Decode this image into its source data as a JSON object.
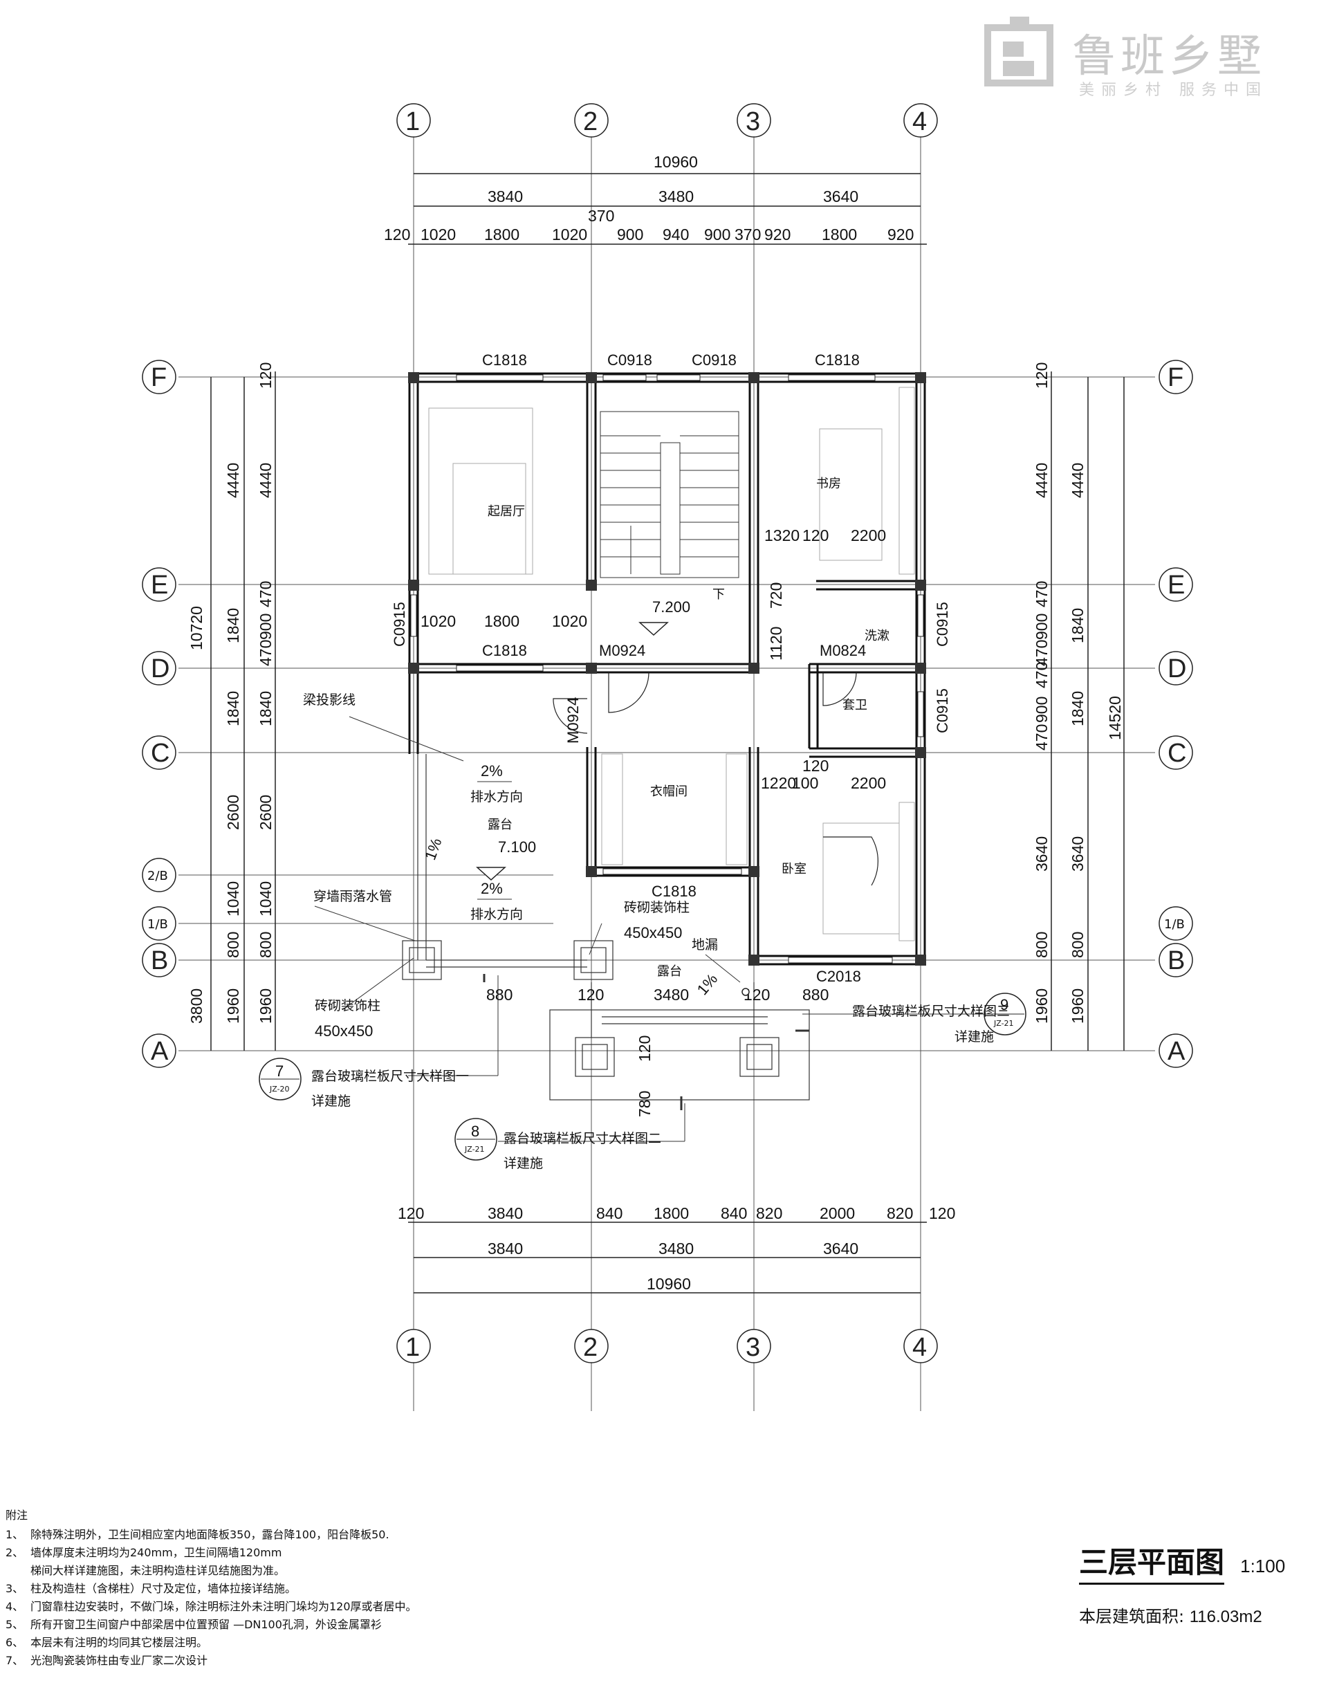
{
  "brand": {
    "name": "鲁班乡墅",
    "slogan": "美丽乡村  服务中国"
  },
  "plan": {
    "title": "三层平面图",
    "scale": "1:100",
    "area_label": "本层建筑面积:",
    "area_value": "116.03m2"
  },
  "axes": {
    "vertical": [
      "1",
      "2",
      "3",
      "4"
    ],
    "horizontal": [
      "F",
      "E",
      "D",
      "C",
      "2/B",
      "1/B",
      "B",
      "A"
    ]
  },
  "dims_top": {
    "total": "10960",
    "bays": [
      "3840",
      "3480",
      "3640"
    ],
    "detail": [
      "120",
      "1020",
      "1800",
      "1020",
      "370",
      "900",
      "940",
      "900",
      "370",
      "920",
      "1800",
      "920"
    ]
  },
  "dims_bottom": {
    "total": "10960",
    "bays": [
      "3840",
      "3480",
      "3640"
    ],
    "detail": [
      "120",
      "3840",
      "840",
      "1800",
      "840",
      "820",
      "2000",
      "820",
      "120"
    ]
  },
  "dims_left": {
    "outer": [
      "10720",
      "3800"
    ],
    "bays": [
      "4440",
      "1840",
      "1840",
      "2600",
      "1040",
      "800",
      "1960"
    ],
    "detail": [
      "120",
      "4440",
      "470",
      "900",
      "470",
      "1840",
      "2600",
      "1040",
      "800",
      "1960"
    ]
  },
  "dims_right": {
    "total": "14520",
    "bays": [
      "4440",
      "1840",
      "1840",
      "3640",
      "800",
      "1960"
    ],
    "detail": [
      "120",
      "4440",
      "470",
      "900",
      "470",
      "470",
      "900",
      "470",
      "3640",
      "800",
      "1960"
    ]
  },
  "inner_dims": [
    "1320",
    "120",
    "2200",
    "720",
    "1120",
    "1020",
    "1800",
    "1020",
    "1220",
    "100",
    "120",
    "2200",
    "880",
    "120",
    "3480",
    "120",
    "880",
    "120",
    "780"
  ],
  "rooms": {
    "living": "起居厅",
    "study": "书房",
    "wash": "洗漱",
    "bath": "套卫",
    "closet": "衣帽间",
    "bedroom": "卧室",
    "terrace": "露台",
    "terrace2": "露台",
    "down": "下"
  },
  "openings": [
    "C1818",
    "C0918",
    "C0918",
    "C1818",
    "C1818",
    "M0924",
    "M0824",
    "C0915",
    "C0915",
    "C0915",
    "M0924",
    "C1818",
    "C2018"
  ],
  "annotations": {
    "elev1": "7.200",
    "elev2": "7.100",
    "slope1": "2%",
    "drain1": "排水方向",
    "slope2": "2%",
    "drain2": "排水方向",
    "slope3": "1%",
    "slope4": "1%",
    "beam": "梁投影线",
    "pipe": "穿墙雨落水管",
    "col1_name": "砖砌装饰柱",
    "col1_size": "450x450",
    "col2_name": "砖砌装饰柱",
    "col2_size": "450x450",
    "floor_drain": "地漏",
    "d7_title": "露台玻璃栏板尺寸大样图一",
    "d7_sub": "详建施",
    "d7_num": "7",
    "d7_ref": "JZ-20",
    "d8_title": "露台玻璃栏板尺寸大样图二",
    "d8_sub": "详建施",
    "d8_num": "8",
    "d8_ref": "JZ-21",
    "d9_title": "露台玻璃栏板尺寸大样图三",
    "d9_sub": "详建施",
    "d9_num": "9",
    "d9_ref": "JZ-21"
  },
  "notes": {
    "heading": "附注",
    "items": [
      {
        "num": "1、",
        "text": "除特殊注明外，卫生间相应室内地面降板350，露台降100，阳台降板50."
      },
      {
        "num": "2、",
        "text": "墙体厚度未注明均为240mm，卫生间隔墙120mm"
      },
      {
        "num": "",
        "text": "梯间大样详建施图，未注明构造柱详见结施图为准。"
      },
      {
        "num": "3、",
        "text": "柱及构造柱（含梯柱）尺寸及定位，墙体拉接详结施。"
      },
      {
        "num": "4、",
        "text": "门窗靠柱边安装时，不做门垛，除注明标注外未注明门垛均为120厚或者居中。"
      },
      {
        "num": "5、",
        "text": "所有开窗卫生间窗户中部梁居中位置预留  —DN100孔洞，外设金属罩衫"
      },
      {
        "num": "6、",
        "text": "本层未有注明的均同其它楼层注明。"
      },
      {
        "num": "7、",
        "text": "光泡陶瓷装饰柱由专业厂家二次设计"
      }
    ]
  }
}
